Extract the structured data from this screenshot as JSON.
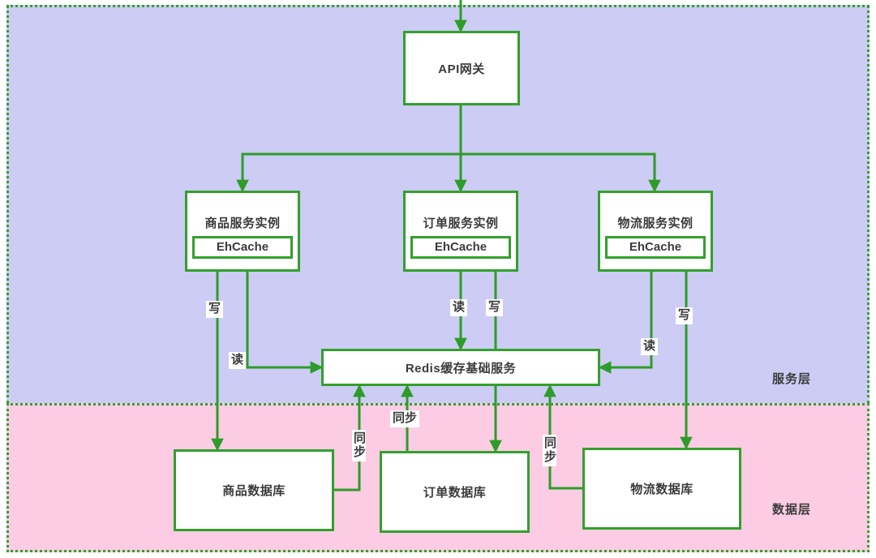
{
  "diagram": {
    "type": "architecture-flowchart",
    "layers": [
      {
        "id": "service",
        "label": "服务层",
        "background": "#ccccf5"
      },
      {
        "id": "data",
        "label": "数据层",
        "background": "#fbcce3"
      }
    ],
    "colors": {
      "stroke": "#33a02c",
      "node_fill": "#ffffff",
      "text": "#3b3b3b",
      "service_layer_fill": "#ccccf5",
      "data_layer_fill": "#fbcce3"
    },
    "nodes": {
      "gateway": {
        "title": "API网关"
      },
      "svc_product": {
        "title": "商品服务实例",
        "cache": "EhCache"
      },
      "svc_order": {
        "title": "订单服务实例",
        "cache": "EhCache"
      },
      "svc_logistics": {
        "title": "物流服务实例",
        "cache": "EhCache"
      },
      "redis": {
        "title": "Redis缓存基础服务"
      },
      "db_product": {
        "title": "商品数据库"
      },
      "db_order": {
        "title": "订单数据库"
      },
      "db_logistics": {
        "title": "物流数据库"
      }
    },
    "edge_labels": {
      "product_write": "写",
      "product_read": "读",
      "order_read": "读",
      "order_write": "写",
      "logistics_read": "读",
      "logistics_write": "写",
      "sync_product": "同步",
      "sync_order": "同步",
      "sync_logistics": "同步"
    }
  }
}
